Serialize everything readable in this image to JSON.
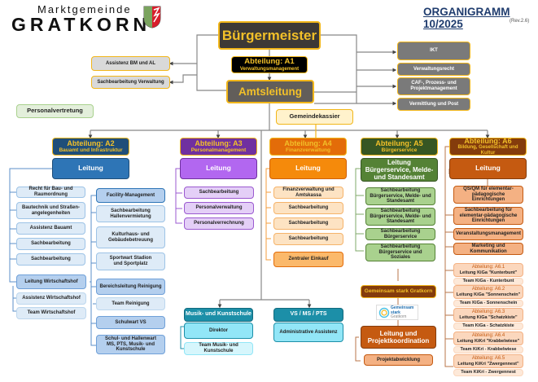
{
  "header": {
    "logo_top": "Marktgemeinde",
    "logo_main": "GRATKORN",
    "crest": "coat-of-arms",
    "title": "ORGANIGRAMM 10/2025",
    "revision": "(Rev.2.6)"
  },
  "top": {
    "mayor": "Bürgermeister",
    "a1_title": "Abteilung: A1",
    "a1_sub": "Verwaltungsmanagement",
    "office_head": "Amtsleitung",
    "left_staff": [
      "Assistenz BM und AL",
      "Sachbearbeitung Verwaltung"
    ],
    "right_staff": [
      "IKT",
      "Verwaltungsrecht",
      "CAF-, Prozess- und Projektmanagement",
      "Vermittlung und Post"
    ],
    "staff_council": "Personalvertretung",
    "treasurer": "Gemeindekassier"
  },
  "departments": {
    "a2": {
      "title": "Abteilung: A2",
      "sub": "Bauamt und Infrastruktur",
      "lead": "Leitung",
      "left_items": [
        "Recht für Bau- und Raumordnung",
        "Bautechnik und Straßen-angelegenheiten",
        "Assistenz Bauamt",
        "Sachbearbeitung",
        "Sachbearbeitung"
      ],
      "yard": {
        "lead": "Leitung Wirtschaftshof",
        "items": [
          "Assistenz Wirtschaftshof",
          "Team Wirtschaftshof"
        ]
      },
      "facility": {
        "lead": "Facility-Management",
        "items": [
          "Sachbearbeitung Hallenvermietung",
          "Kulturhaus- und Gebäudebetreuung",
          "Sportwart Stadion und Sportplatz"
        ]
      },
      "cleaning": {
        "lead": "Bereichsleitung Reinigung",
        "team": "Team Reinigung"
      },
      "janitors": [
        "Schulwart VS",
        "Schul- und Hallenwart MS, PTS, Musik- und Kunstschule"
      ]
    },
    "a3": {
      "title": "Abteilung: A3",
      "sub": "Personalmanagement",
      "lead": "Leitung",
      "items": [
        "Sachbearbeitung",
        "Personalverwaltung",
        "Personalverrechnung"
      ]
    },
    "a4": {
      "title": "Abteilung: A4",
      "sub": "Finanzverwaltung",
      "lead": "Leitung",
      "items": [
        "Finanzverwaltung und Amtskassa",
        "Sachbearbeitung",
        "Sachbearbeitung",
        "Sachbearbeitung"
      ],
      "purchasing": "Zentraler Einkauf"
    },
    "a5": {
      "title": "Abteilung: A5",
      "sub": "Bürgerservice",
      "lead": "Leitung Bürgerservice, Melde- und Standesamt",
      "items": [
        "Sachbearbeitung Bürgerservice, Melde- und Standesamt",
        "Sachbearbeitung Bürgerservice, Melde- und Standesamt",
        "Sachbearbeitung Bürgerservice",
        "Sachbearbeitung Bürgerservice und Soziales"
      ]
    },
    "a6": {
      "title": "Abteilung: A6",
      "sub": "Bildung, Gesellschaft und Kultur",
      "lead": "Leitung",
      "items": [
        "QS/QM für elementar-pädagogische Einrichtungen",
        "Sachbearbeitung für elementar-pädagogische Einrichtungen",
        "Veranstaltungsmanagement",
        "Marketing und Kommunikation"
      ],
      "units": [
        {
          "title": "Abteilung: A6.1",
          "lead": "Leitung KiGa \"Kunterbunt\"",
          "team": "Team KiGa - Kunterbunt"
        },
        {
          "title": "Abteilung: A6.2",
          "lead": "Leitung KiGa \"Sonnenschein\"",
          "team": "Team KiGa - Sonnenschein"
        },
        {
          "title": "Abteilung: A6.3",
          "lead": "Leitung KiGa \"Schatzkiste\"",
          "team": "Team KiGa - Schatzkiste"
        },
        {
          "title": "Abteilung: A6.4",
          "lead": "Leitung KiKri \"Krabbelwiese\"",
          "team": "Team KiKri - Krabbelwiese"
        },
        {
          "title": "Abteilung: A6.5",
          "lead": "Leitung KiKri \"Zwergennest\"",
          "team": "Team KiKri - Zwergennest"
        }
      ]
    }
  },
  "schools": {
    "music": {
      "title": "Musik- und Kunstschule",
      "lead": "Direktor",
      "team": "Team Musik- und Kunstschule"
    },
    "vs": {
      "title": "VS / MS / PTS",
      "item": "Administrative Assistenz"
    }
  },
  "project": {
    "title": "Gemeinsam stark Gratkorn",
    "logo_line1": "Gemeinsam",
    "logo_line2": "stark",
    "logo_line3": "Gratkorn",
    "lead": "Leitung und Projektkoordination",
    "item": "Projektabwicklung"
  },
  "colors": {
    "gold": "#f2b619",
    "a2": "#1f4e79",
    "a3": "#7030a0",
    "a4": "#e36c09",
    "a5": "#375623",
    "a6": "#843c0c",
    "school": "#1c8fa8"
  }
}
